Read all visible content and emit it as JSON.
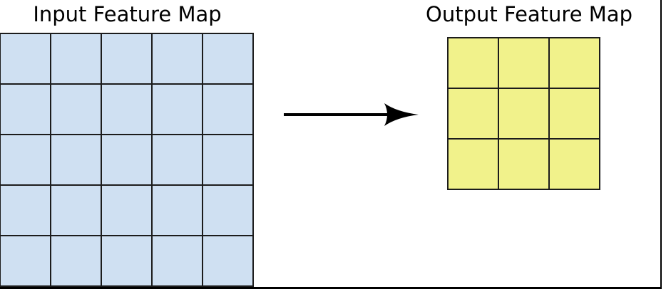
{
  "figure": {
    "input_map": {
      "title": "Input Feature Map",
      "rows": 5,
      "cols": 5,
      "cell_color": "#cfe0f2"
    },
    "output_map": {
      "title": "Output Feature Map",
      "rows": 3,
      "cols": 3,
      "cell_color": "#f1f28b"
    },
    "arrow": {
      "direction": "right",
      "color": "#000000"
    },
    "colors": {
      "background": "#ffffff",
      "grid_line": "#1c1c1c",
      "text": "#000000",
      "frame": "#000000"
    }
  }
}
